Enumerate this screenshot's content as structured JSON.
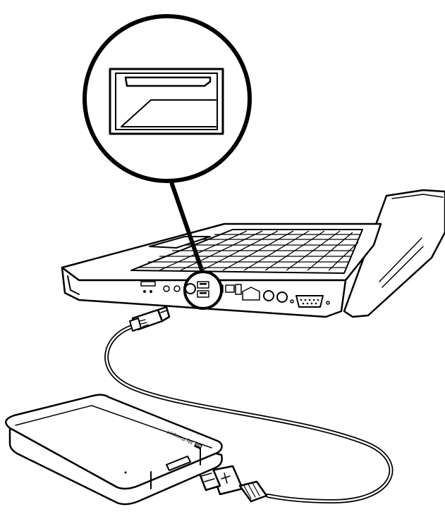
{
  "illustration": {
    "drive_brand_logo": "WD",
    "drive_brand_text": "My Passport",
    "colors": {
      "line": "#000000",
      "background": "#ffffff"
    },
    "callout_subject": "usb-port"
  }
}
